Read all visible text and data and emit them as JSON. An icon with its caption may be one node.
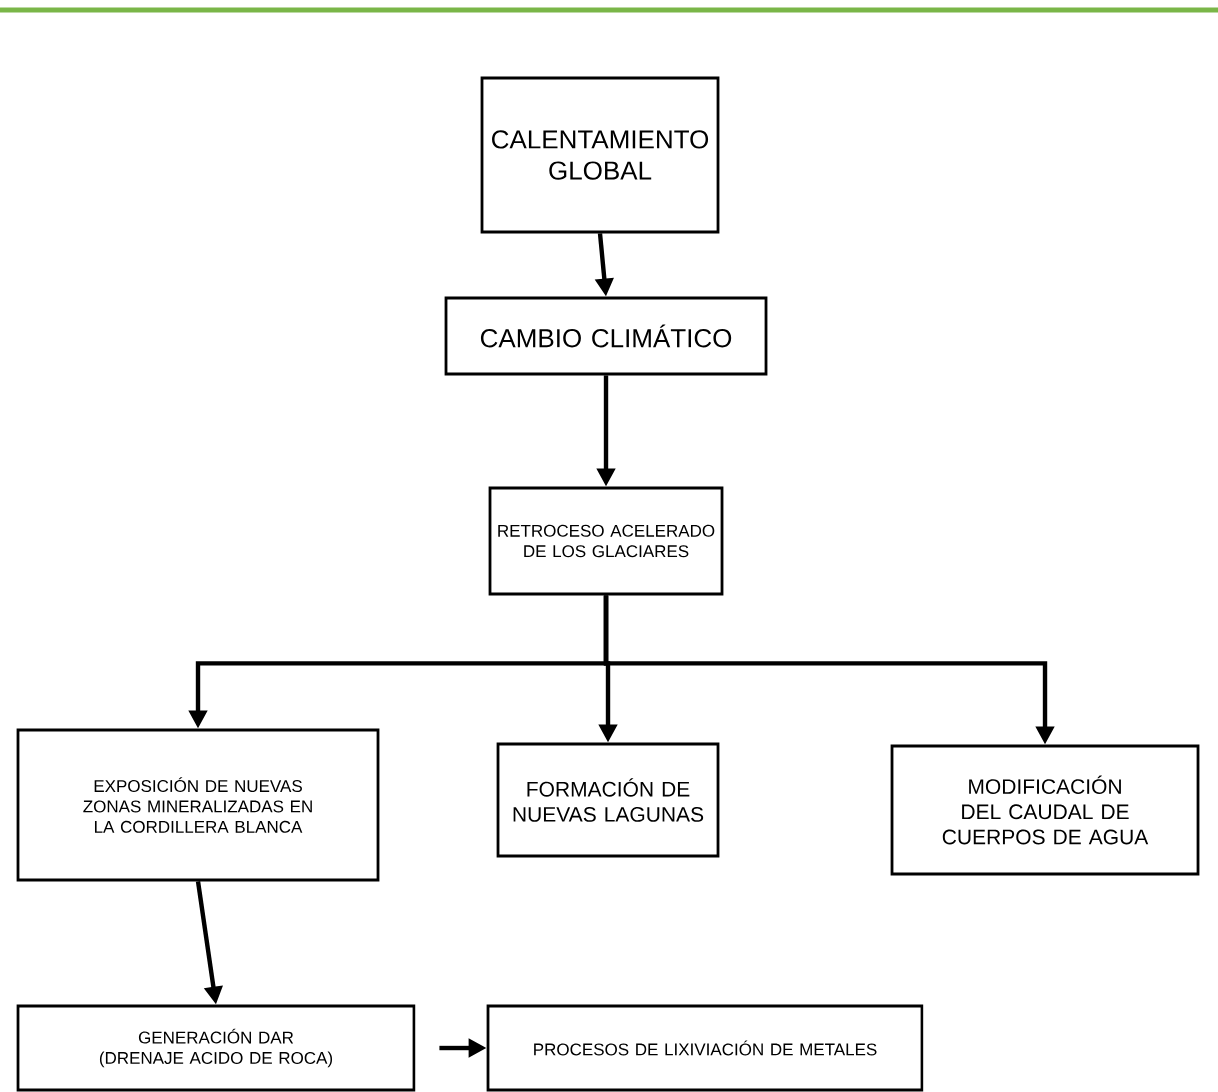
{
  "diagram": {
    "nodes": [
      {
        "text": [
          "CALENTAMIENTO GLOBAL"
        ]
      },
      {
        "text": [
          "CAMBIO CLIMÁTICO"
        ]
      },
      {
        "text": [
          "RETROCESO ACELERADO DE LOS GLACIARES"
        ]
      },
      {
        "text": [
          "EXPOSICIÓN DE NUEVAS ZONAS MINERALIZADAS EN LA CORDILLERA BLANCA"
        ]
      },
      {
        "text": [
          "FORMACIÓN DE NUEVAS LAGUNAS"
        ]
      },
      {
        "text": [
          "MODIFICACIÓN DEL CAUDAL DE CUERPOS DE AGUA"
        ]
      },
      {
        "text": [
          "GENERACIÓN DAR (DRENAJE ACIDO DE ROCA)"
        ]
      },
      {
        "text": [
          "PROCESOS DE LIXIVIACIÓN DE METALES"
        ]
      }
    ],
    "edges": [
      {
        "from": 0,
        "to": 1,
        "arrow": "to"
      },
      {
        "from": 1,
        "to": 2,
        "arrow": "to"
      },
      {
        "from": 2,
        "to": 3,
        "arrow": "to"
      },
      {
        "from": 2,
        "to": 4,
        "arrow": "to"
      },
      {
        "from": 2,
        "to": 5,
        "arrow": "to"
      },
      {
        "from": 3,
        "to": 6,
        "arrow": "to"
      },
      {
        "from": 6,
        "to": 7,
        "arrow": "to"
      }
    ]
  }
}
